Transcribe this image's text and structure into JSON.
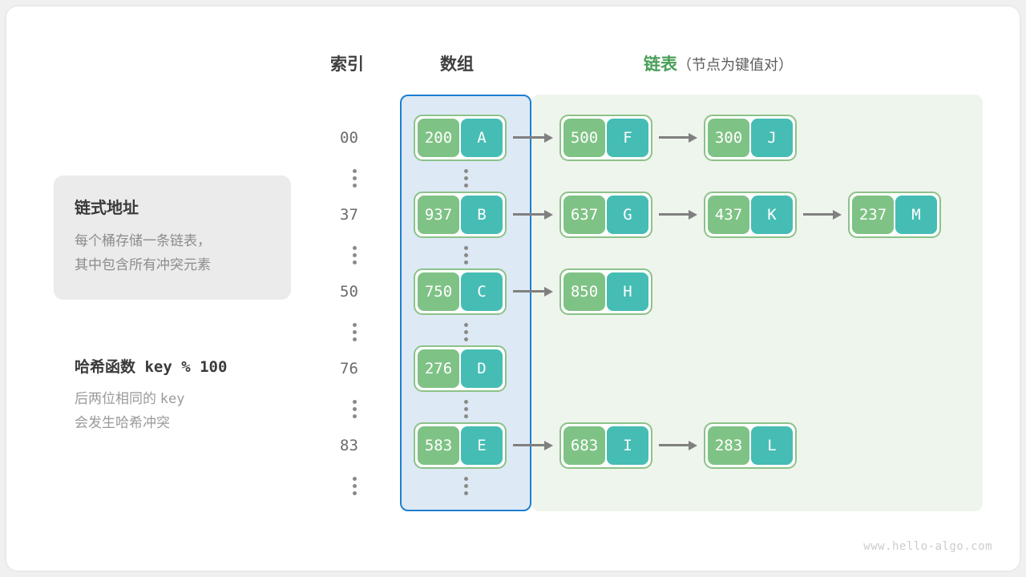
{
  "headers": {
    "index": "索引",
    "array": "数组",
    "list_main": "链表",
    "list_sub": "（节点为键值对）"
  },
  "colors": {
    "key_cell": "#7fc285",
    "value_cell": "#46bdb4",
    "node_border": "#8cc289",
    "array_panel_bg": "#dde9f5",
    "array_panel_border": "#1d7fd0",
    "list_panel_bg": "#eef5ec",
    "arrow": "#808080",
    "heading_green": "#4a9e58"
  },
  "annotations": {
    "card": {
      "title": "链式地址",
      "line1": "每个桶存储一条链表，",
      "line2": "其中包含所有冲突元素"
    },
    "note": {
      "title": "哈希函数 key % 100",
      "line1_pre": "后两位相同的 ",
      "line1_code": "key",
      "line2": "会发生哈希冲突"
    }
  },
  "rows": [
    {
      "index": "00",
      "bucket": {
        "key": "200",
        "value": "A"
      },
      "chain": [
        {
          "key": "500",
          "value": "F"
        },
        {
          "key": "300",
          "value": "J"
        }
      ]
    },
    {
      "index": "37",
      "bucket": {
        "key": "937",
        "value": "B"
      },
      "chain": [
        {
          "key": "637",
          "value": "G"
        },
        {
          "key": "437",
          "value": "K"
        },
        {
          "key": "237",
          "value": "M"
        }
      ]
    },
    {
      "index": "50",
      "bucket": {
        "key": "750",
        "value": "C"
      },
      "chain": [
        {
          "key": "850",
          "value": "H"
        }
      ]
    },
    {
      "index": "76",
      "bucket": {
        "key": "276",
        "value": "D"
      },
      "chain": []
    },
    {
      "index": "83",
      "bucket": {
        "key": "583",
        "value": "E"
      },
      "chain": [
        {
          "key": "683",
          "value": "I"
        },
        {
          "key": "283",
          "value": "L"
        }
      ]
    }
  ],
  "watermark": "www.hello-algo.com"
}
